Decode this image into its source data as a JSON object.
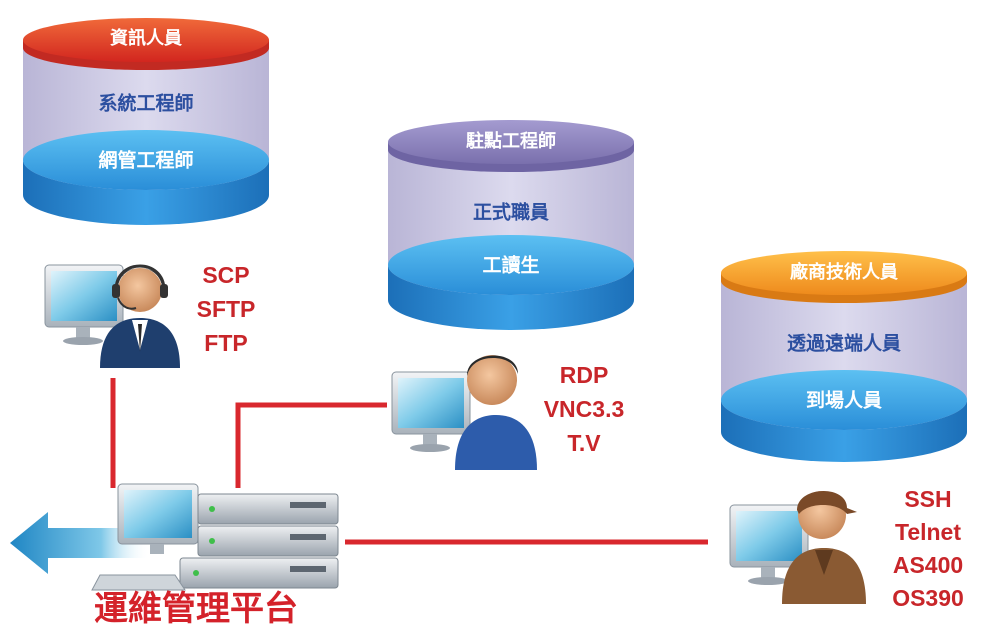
{
  "cylinders": {
    "it_staff": {
      "header": "資訊人員",
      "middle": "系統工程師",
      "bottom": "網管工程師",
      "protocols": [
        "SCP",
        "SFTP",
        "FTP"
      ]
    },
    "onsite": {
      "header": "駐點工程師",
      "middle": "正式職員",
      "bottom": "工讀生",
      "protocols": [
        "RDP",
        "VNC3.3",
        "T.V"
      ]
    },
    "vendor": {
      "header": "廠商技術人員",
      "middle": "透過遠端人員",
      "bottom": "到場人員",
      "protocols": [
        "SSH",
        "Telnet",
        "AS400",
        "OS390"
      ]
    }
  },
  "platform": {
    "title": "運維管理平台"
  },
  "colors": {
    "connector": "#d9282e",
    "it_header": "#e2402b",
    "onsite_header": "#8a80b8",
    "vendor_header": "#f0a02a",
    "band_lavender": "#c9c6e0",
    "band_blue": "#2f8fd6",
    "text_blue": "#2c4fa0"
  }
}
